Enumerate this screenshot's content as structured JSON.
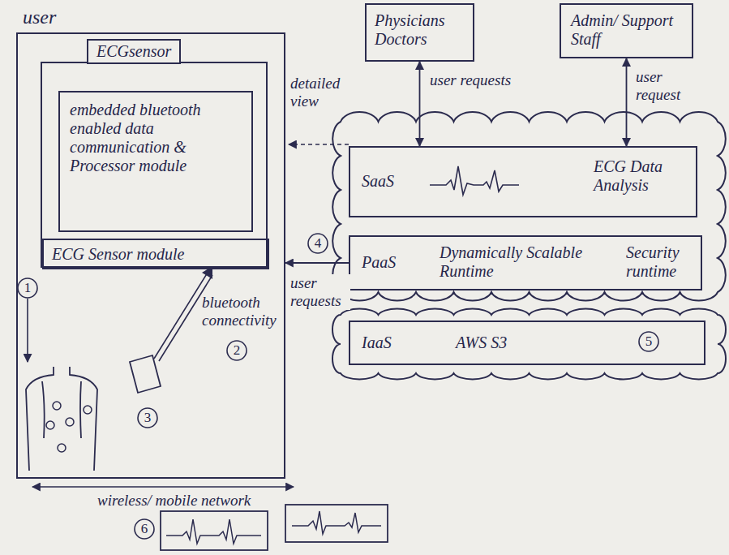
{
  "diagram": {
    "nodes": [
      {
        "text": [
          "user"
        ]
      },
      {
        "text": [
          "ECGsensor"
        ],
        "in": 0
      },
      {
        "text": [
          "embedded bluetooth enabled data communication & Processor module"
        ],
        "in": 1
      },
      {
        "text": [
          "ECG Sensor module"
        ],
        "in": 1
      },
      {
        "text": [
          "Physicians Doctors"
        ]
      },
      {
        "text": [
          "Admin/ Support Staff"
        ]
      },
      {
        "text": [
          "SaaS",
          "ECG Data Analysis"
        ]
      },
      {
        "text": [
          "PaaS",
          "Dynamically Scalable Runtime",
          "Security runtime"
        ]
      },
      {
        "text": [
          "IaaS",
          "AWS S3"
        ]
      }
    ],
    "edges": [
      {
        "from": 4,
        "to": 6,
        "arrow": "both",
        "label": "user requests"
      },
      {
        "from": 5,
        "to": 6,
        "arrow": "both",
        "label": "user request"
      },
      {
        "from": 7,
        "to": 0,
        "arrow": "to",
        "label": "user requests"
      }
    ],
    "labels": [
      "detailed view",
      "bluetooth connectivity",
      "wireless/ mobile network",
      "1",
      "2",
      "3",
      "4",
      "5",
      "6"
    ]
  }
}
